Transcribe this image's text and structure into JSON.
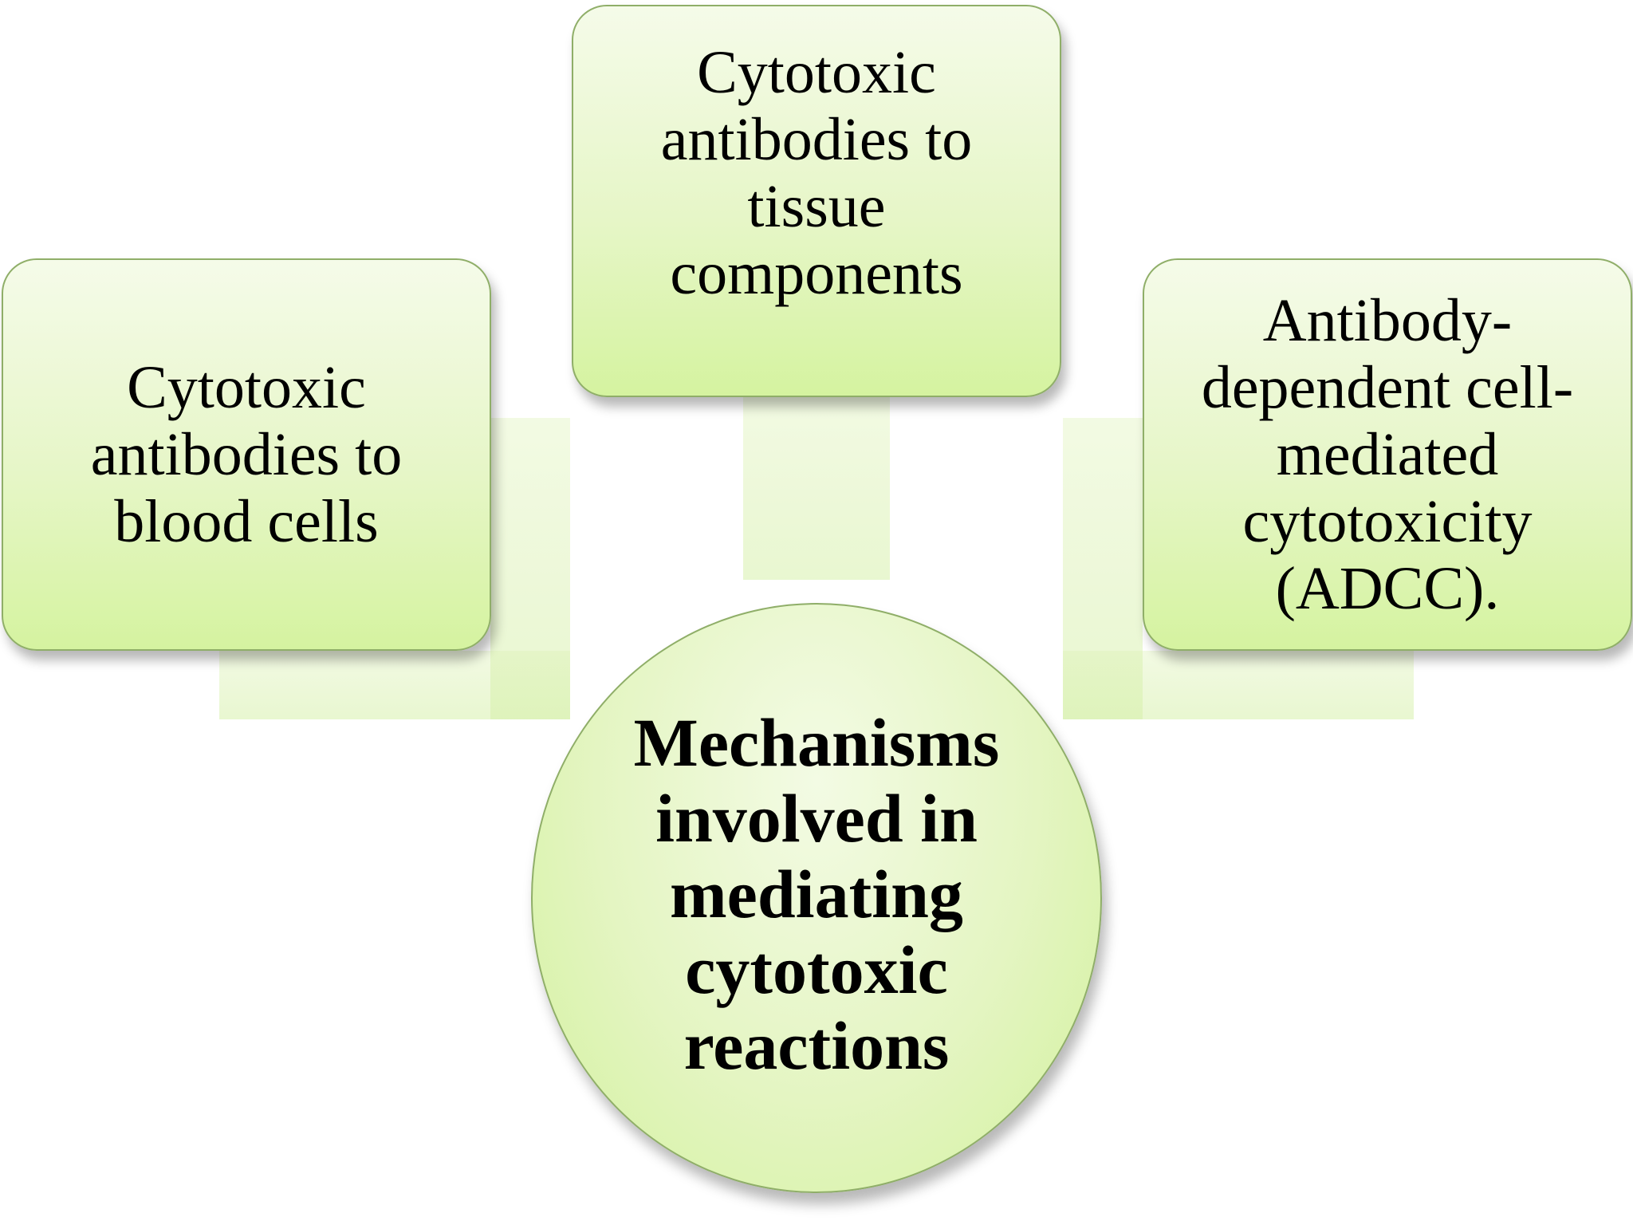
{
  "diagram": {
    "center": {
      "label": "Mechanisms\ninvolved in\nmediating\ncytotoxic\nreactions"
    },
    "nodes": [
      {
        "label": "Cytotoxic\nantibodies to\nblood cells"
      },
      {
        "label": "Cytotoxic\nantibodies to\ntissue\ncomponents"
      },
      {
        "label": "Antibody-\ndependent cell-\nmediated\ncytotoxicity\n(ADCC)."
      }
    ],
    "colors": {
      "fill_top": "#f5fbe9",
      "fill_bottom": "#d5f3a0",
      "border": "#8fae68"
    }
  }
}
